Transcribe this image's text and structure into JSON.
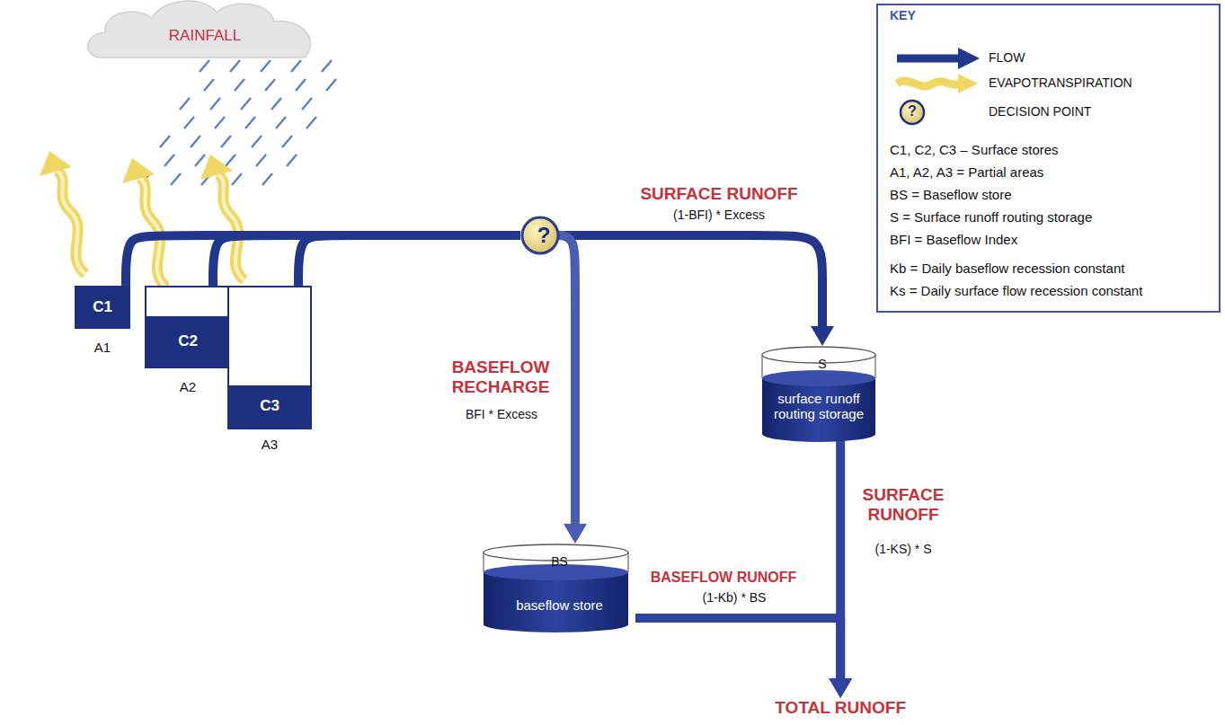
{
  "diagram": {
    "nodes": [
      {
        "text": [
          "RAINFALL"
        ]
      },
      {
        "text": [
          "C1",
          "A1"
        ]
      },
      {
        "text": [
          "C2",
          "A2"
        ]
      },
      {
        "text": [
          "C3",
          "A3"
        ]
      },
      {
        "text": [
          "?"
        ]
      },
      {
        "text": [
          "S",
          "surface runoff routing storage"
        ]
      },
      {
        "text": [
          "BS",
          "baseflow store"
        ]
      },
      {
        "text": [
          "TOTAL RUNOFF"
        ]
      }
    ],
    "edges": [
      {
        "from": 1,
        "to": 4,
        "arrow": "none"
      },
      {
        "from": 2,
        "to": 4,
        "arrow": "none"
      },
      {
        "from": 3,
        "to": 4,
        "arrow": "none"
      },
      {
        "from": 4,
        "to": 5,
        "label": "SURFACE RUNOFF",
        "arrow": "to"
      },
      {
        "from": 4,
        "to": 6,
        "label": "BASEFLOW RECHARGE",
        "arrow": "to"
      },
      {
        "from": 6,
        "to": 7,
        "label": "BASEFLOW RUNOFF",
        "arrow": "to"
      },
      {
        "from": 5,
        "to": 7,
        "label": "SURFACE RUNOFF",
        "arrow": "to"
      }
    ],
    "labels": [
      "(1-BFI) * Excess",
      "BFI * Excess",
      "(1-Kb) * BS",
      "(1-KS) * S",
      "KEY",
      "?",
      "C1, C2, C3 – Surface stores",
      "A1, A2, A3 = Partial areas",
      "BS = Baseflow store",
      "S = Surface runoff routing storage",
      "BFI = Baseflow Index",
      "Kb = Daily baseflow recession constant",
      "Ks = Daily surface flow recession constant"
    ],
    "legend": [
      {
        "text": "FLOW"
      },
      {
        "text": "EVAPOTRANSPIRATION"
      },
      {
        "text": "DECISION POINT"
      }
    ]
  }
}
